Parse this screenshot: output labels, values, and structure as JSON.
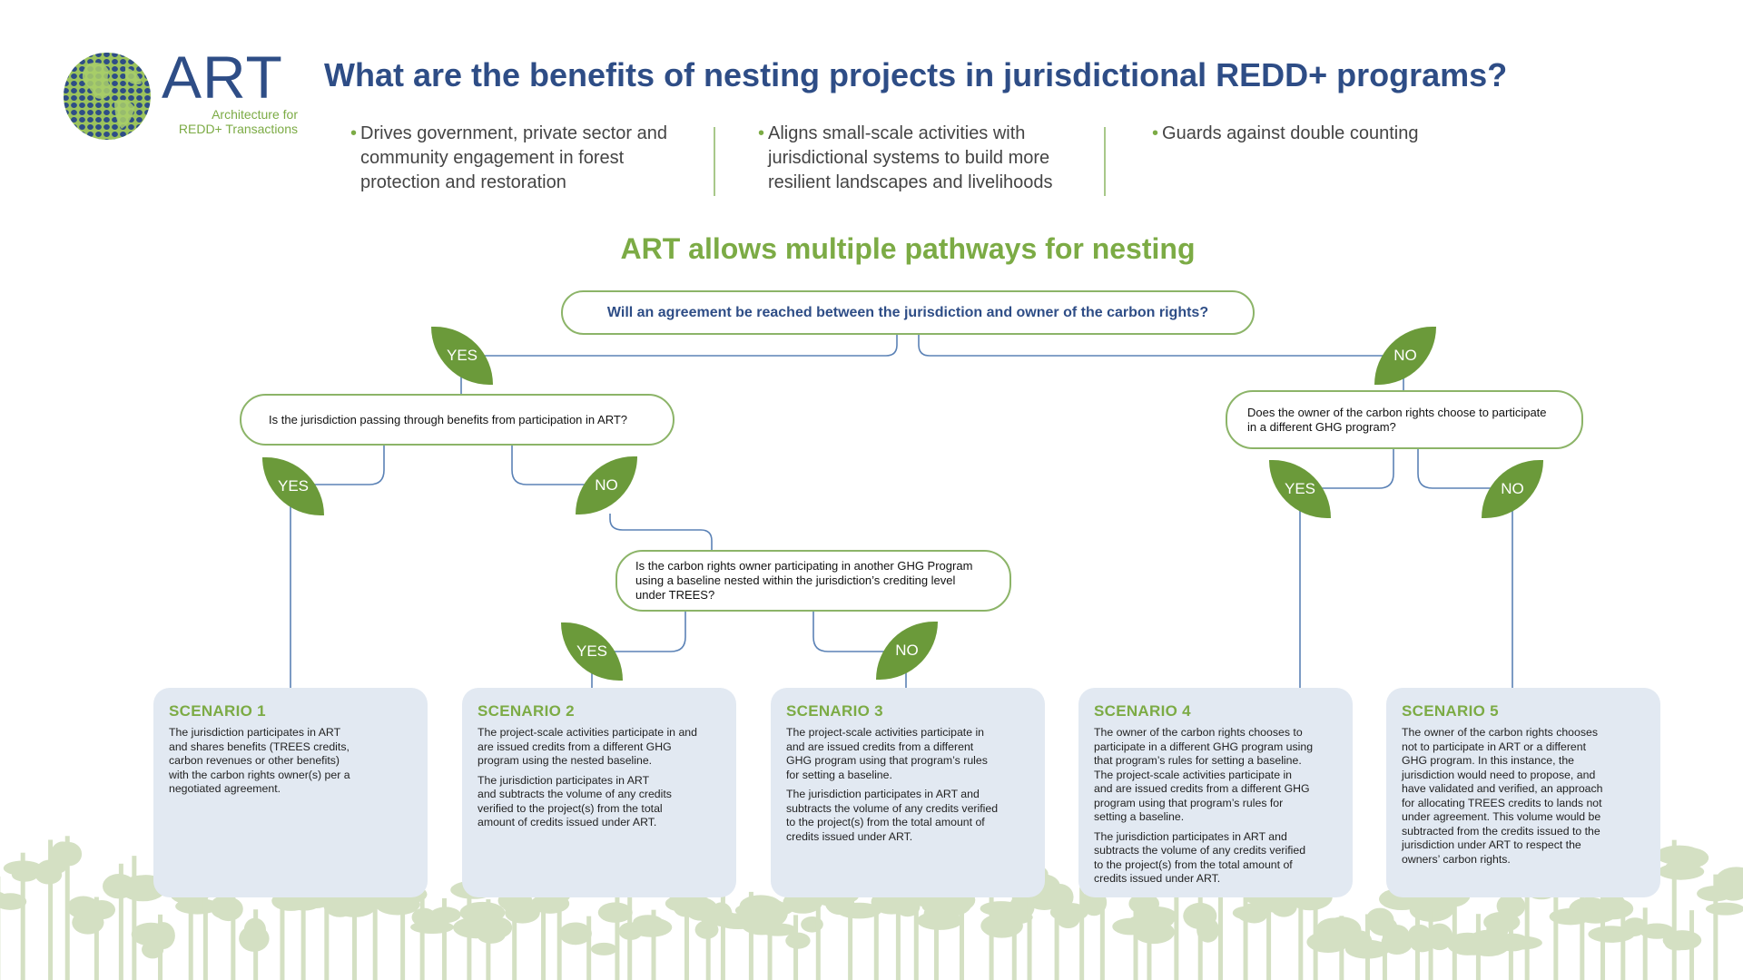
{
  "logo": {
    "name": "ART",
    "subtitle_line1": "Architecture for",
    "subtitle_line2": "REDD+ Transactions"
  },
  "headline": "What are the benefits of nesting projects in jurisdictional REDD+ programs?",
  "benefits": [
    {
      "line1": "Drives government, private sector and",
      "line2": "community engagement in forest",
      "line3": "protection and restoration"
    },
    {
      "line1": "Aligns small-scale activities with",
      "line2": "jurisdictional systems to build more",
      "line3": "resilient landscapes and livelihoods"
    },
    {
      "line1": "Guards against double counting",
      "line2": "",
      "line3": ""
    }
  ],
  "subtitle": "ART allows multiple pathways for nesting",
  "questions": {
    "main": "Will an agreement be reached between the jurisdiction and owner of the carbon rights?",
    "left": "Is the jurisdiction passing through benefits from participation in ART?",
    "right_line1": "Does the owner of the carbon rights choose to participate",
    "right_line2": "in a different GHG program?",
    "mid_line1": "Is the carbon rights owner participating in another GHG Program",
    "mid_line2": "using a baseline nested within the jurisdiction’s crediting level",
    "mid_line3": "under TREES?"
  },
  "labels": {
    "yes": "YES",
    "no": "NO"
  },
  "scenarios": [
    {
      "title": "SCENARIO 1",
      "p1_lines": [
        "The jurisdiction participates in ART",
        "and shares benefits (TREES credits,",
        "carbon revenues or other benefits)",
        "with the carbon rights owner(s) per a",
        "negotiated agreement."
      ],
      "p2_lines": []
    },
    {
      "title": "SCENARIO 2",
      "p1_lines": [
        "The project-scale activities participate in and",
        "are issued credits from a different GHG",
        "program using the nested baseline."
      ],
      "p2_lines": [
        "The jurisdiction participates in ART",
        "and subtracts the volume of any credits",
        "verified to the project(s) from the total",
        "amount of credits issued under ART."
      ]
    },
    {
      "title": "SCENARIO 3",
      "p1_lines": [
        "The project-scale activities participate in",
        "and are issued credits from a different",
        "GHG program using that program’s rules",
        "for setting a baseline."
      ],
      "p2_lines": [
        "The jurisdiction participates in ART and",
        "subtracts the volume of any credits verified",
        "to the project(s) from the total amount of",
        "credits issued under ART."
      ]
    },
    {
      "title": "SCENARIO 4",
      "p1_lines": [
        "The owner of the carbon rights chooses to",
        "participate in a different GHG program using",
        "that program’s rules for setting a baseline.",
        "The project-scale activities participate in",
        "and are issued credits from a different GHG",
        "program using that program’s rules for",
        "setting a baseline."
      ],
      "p2_lines": [
        "The jurisdiction participates in ART and",
        "subtracts the volume of any credits verified",
        "to the project(s) from the total amount of",
        "credits issued under ART."
      ]
    },
    {
      "title": "SCENARIO 5",
      "p1_lines": [
        "The owner of the carbon rights chooses",
        "not to participate in ART or a different",
        "GHG program. In this instance, the",
        "jurisdiction would need to propose, and",
        "have validated and verified, an approach",
        "for allocating TREES credits to lands not",
        "under agreement. This volume would be",
        "subtracted from the credits issued to the",
        "jurisdiction under ART to respect the",
        "owners’ carbon rights."
      ],
      "p2_lines": []
    }
  ],
  "colors": {
    "brand_blue": "#2e4d86",
    "accent_green": "#7cab45",
    "leaf_green": "#6b9a3a",
    "card_bg": "#e2e9f2",
    "connector": "#5b82b6",
    "tree_silhouette": "#d4e0c3"
  }
}
